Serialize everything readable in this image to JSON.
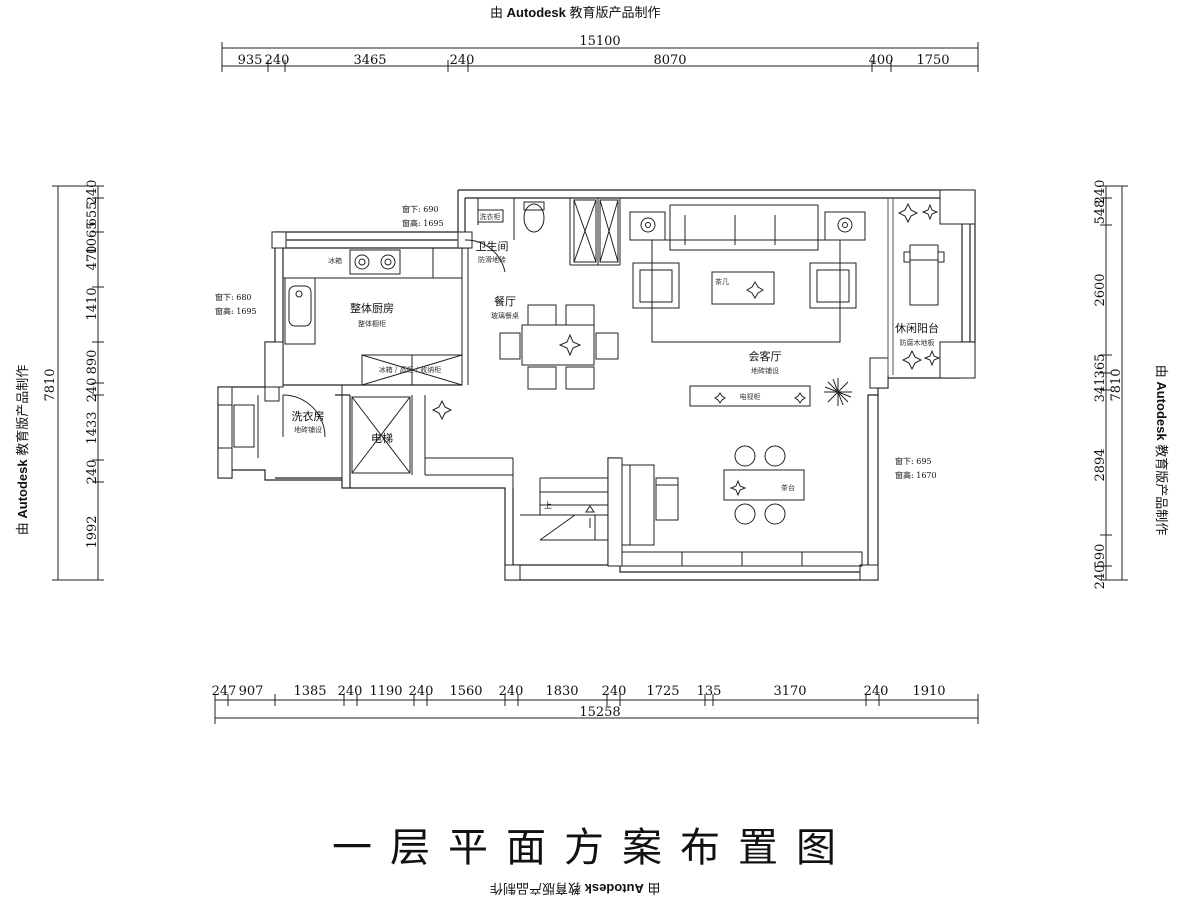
{
  "watermark": {
    "prefix": "由 ",
    "brand": "Autodesk",
    "suffix": " 教育版产品制作"
  },
  "title": "一层平面方案布置图",
  "dims": {
    "top_total": "15100",
    "top_segments": [
      "935",
      "240",
      "3465",
      "240",
      "8070",
      "400",
      "1750"
    ],
    "bottom_total": "15258",
    "bottom_segments": [
      "247",
      "907",
      "1385",
      "240",
      "1190",
      "240",
      "1560",
      "240",
      "1830",
      "240",
      "1725",
      "135",
      "3170",
      "240",
      "1910"
    ],
    "left_total": "7810",
    "left_segments": [
      "240",
      "655",
      "1065",
      "470",
      "1410",
      "890",
      "240",
      "1433",
      "240",
      "1992"
    ],
    "right_total": "7810",
    "right_segments": [
      "240",
      "548",
      "2600",
      "365",
      "341",
      "2894",
      "590",
      "240"
    ]
  },
  "rooms": {
    "kitchen": "整体厨房",
    "kitchen_sub": "整体橱柜",
    "dining": "餐厅",
    "dining_sub": "玻璃餐桌",
    "living": "会客厅",
    "living_sub": "地砖铺设",
    "bathroom": "卫生间",
    "bathroom_sub": "防滑地砖",
    "laundry": "洗衣房",
    "laundry_sub": "地砖铺设",
    "elevator": "电梯",
    "balcony": "休闲阳台",
    "balcony_sub": "防腐木地板",
    "stairs_up": "上",
    "coffee_table": "茶几",
    "tea_table": "茶台"
  },
  "window_notes": {
    "bath_sill": "窗下: 690",
    "bath_height": "窗高: 1695",
    "kitchen_sill": "窗下: 680",
    "kitchen_height": "窗高: 1695",
    "living_sill": "窗下: 695",
    "living_height": "窗高: 1670"
  },
  "fixtures": {
    "fridge": "冰箱",
    "sink_cabinet": "洗衣柜",
    "tv_cabinet": "电视柜",
    "kitchen_cabinet": "冰箱 / 高柜 / 收纳柜"
  }
}
